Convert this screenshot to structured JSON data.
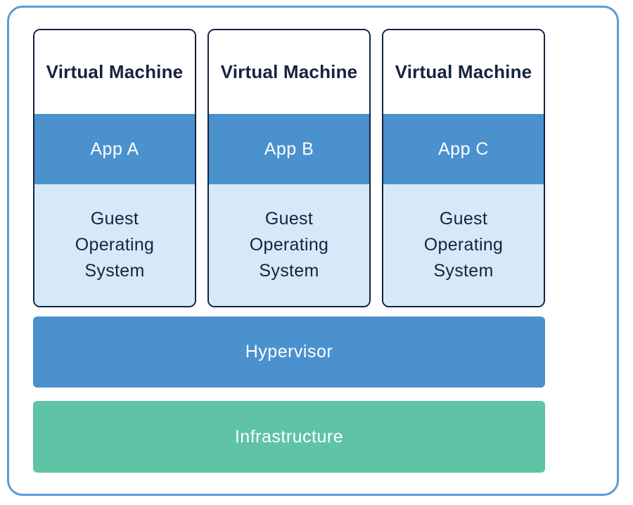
{
  "diagram": {
    "virtual_machines": [
      {
        "title": "Virtual Machine",
        "app_label": "App A",
        "guest_os_label": "Guest Operating System"
      },
      {
        "title": "Virtual Machine",
        "app_label": "App B",
        "guest_os_label": "Guest Operating System"
      },
      {
        "title": "Virtual Machine",
        "app_label": "App C",
        "guest_os_label": "Guest Operating System"
      }
    ],
    "hypervisor_label": "Hypervisor",
    "infrastructure_label": "Infrastructure",
    "colors": {
      "outer_border": "#5b9bd5",
      "vm_border": "#13223e",
      "app_fill": "#4a91ce",
      "guest_os_fill": "#d6e9f8",
      "hypervisor_fill": "#4a91ce",
      "infrastructure_fill": "#5fc3a6",
      "heading_text": "#16233f",
      "light_text": "#ffffff"
    }
  }
}
